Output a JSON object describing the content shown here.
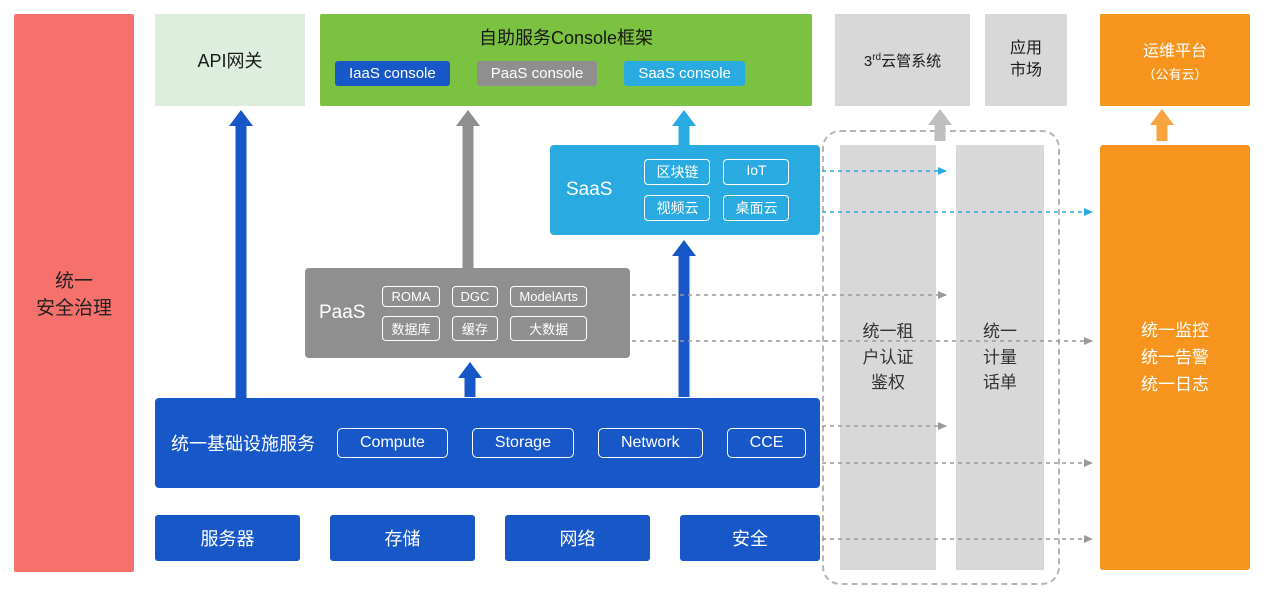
{
  "diagram": {
    "security_bar": {
      "label": "统一\n安全治理"
    },
    "api_gateway": {
      "label": "API网关"
    },
    "console": {
      "title": "自助服务Console框架",
      "iaas": "IaaS console",
      "paas": "PaaS console",
      "saas": "SaaS console"
    },
    "third_party_cloud": {
      "prefix": "3",
      "superscript": "rd",
      "suffix": "云管系统"
    },
    "app_market": {
      "label": "应用\n市场"
    },
    "ops_platform": {
      "line1": "运维平台",
      "line2": "（公有云）"
    },
    "saas_box": {
      "label": "SaaS",
      "items": [
        "区块链",
        "IoT",
        "视频云",
        "桌面云"
      ]
    },
    "paas_box": {
      "label": "PaaS",
      "items": [
        "ROMA",
        "DGC",
        "ModelArts",
        "数据库",
        "缓存",
        "大数据"
      ]
    },
    "iaas_box": {
      "label": "统一基础设施服务",
      "items": [
        "Compute",
        "Storage",
        "Network",
        "CCE"
      ]
    },
    "bottom_row": {
      "items": [
        "服务器",
        "存储",
        "网络",
        "安全"
      ]
    },
    "auth_bar": {
      "label": "统一租\n户认证\n鉴权"
    },
    "metering_bar": {
      "label": "统一\n计量\n话单"
    },
    "monitor_box": {
      "label": "统一监控\n统一告警\n统一日志"
    }
  },
  "colors": {
    "security_red": "#f7716c",
    "api_gateway_green": "#ddeedf",
    "console_green": "#7cc241",
    "primary_blue": "#1757c8",
    "mid_gray": "#8f8f8f",
    "light_gray": "#d8d8d8",
    "saas_cyan": "#29abe2",
    "ops_orange": "#f7941e"
  }
}
